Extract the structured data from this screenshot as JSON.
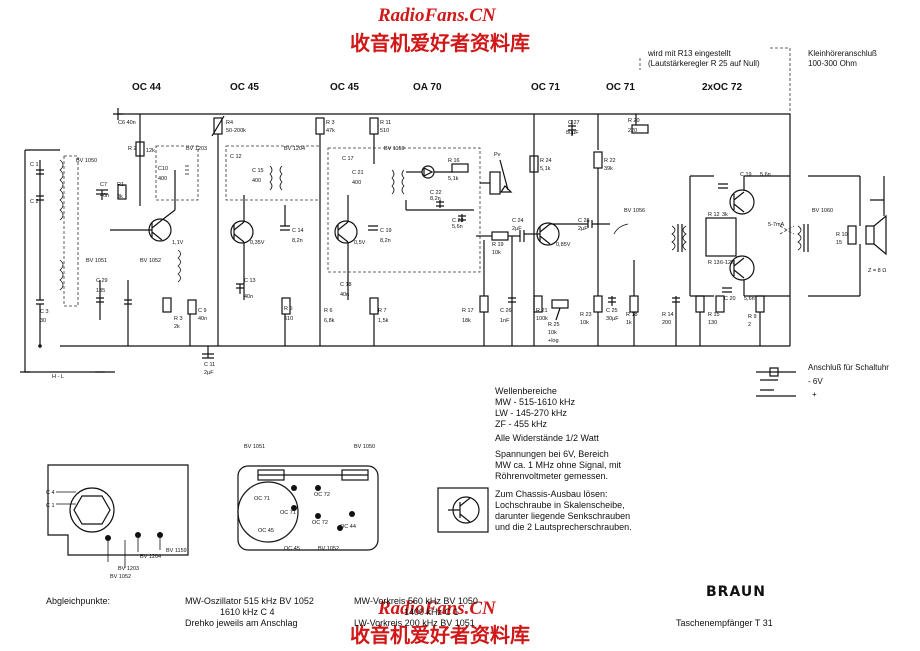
{
  "watermark": {
    "top_en": "RadioFans.CN",
    "top_cn": "收音机爱好者资料库",
    "bottom_en": "RadioFans.CN",
    "bottom_cn": "收音机爱好者资料库"
  },
  "stages": [
    "OC 44",
    "OC 45",
    "OC 45",
    "OA 70",
    "OC 71",
    "OC 71",
    "2xOC 72"
  ],
  "notes": {
    "r13": [
      "wird mit R13 eingestellt",
      "(Lautstärkeregler R 25 auf Null)"
    ],
    "earphone": [
      "Kleinhöreranschluß",
      "100-300 Ohm"
    ],
    "clock": "Anschluß für Schaltuhr",
    "supply_neg": "- 6V",
    "supply_pos": "+"
  },
  "specs": [
    "Wellenbereiche",
    "MW - 515-1610 kHz",
    "LW - 145-270 kHz",
    "ZF - 455 kHz",
    "Alle Widerstände 1/2 Watt",
    "Spannungen bei 6V, Bereich",
    "MW ca. 1 MHz ohne Signal, mit",
    "Röhrenvoltmeter gemessen.",
    "Zum Chassis-Ausbau lösen:",
    "Lochschraube in Skalenscheibe,",
    "darunter liegende Senkschrauben",
    "und die 2 Lautsprecherschrauben."
  ],
  "alignment": {
    "title": "Abgleichpunkte:",
    "lines": [
      "MW-Oszillator 515 kHz BV 1052",
      "1610 kHz C 4",
      "Drehko jeweils am Anschlag",
      "MW-Vorkreis 560 kHz BV 1050",
      "1400 kHz C 1",
      "LW-Vorkreis 200 kHz BV 1051"
    ]
  },
  "brand": "BRAUN",
  "model": "Taschenempfänger T 31",
  "components": {
    "c6": "C6 40n",
    "r2": "R 2",
    "r2v": "12k",
    "r4": "R4",
    "r4v": "50-200k",
    "r3": "R 3",
    "r3v": "47k",
    "r11": "R 11",
    "r11v": "510",
    "r20": "R 20",
    "r20v": "220",
    "c1": "C 1",
    "c2": "C 2",
    "c3": "C 3",
    "c3v": "30",
    "bv1050": "BV 1050",
    "c7": "C7",
    "c7v": "40n",
    "r1": "R1",
    "r1v": "3k",
    "bv1051": "BV 1051",
    "bv1052": "BV 1052",
    "c29": "C 29",
    "c29v": "135",
    "t1v": "1,1V",
    "c10": "C10",
    "c10v": "400",
    "bv1203": "BV 1203",
    "c12": "C 12",
    "c15": "C 15",
    "c15v": "400",
    "bv1204": "BV 1204",
    "c14": "C 14",
    "c14v": "8,2n",
    "t2v": "0,35V",
    "c17": "C 17",
    "c21": "C 21",
    "c21v": "400",
    "bv1159": "BV 1159",
    "c19": "C 19",
    "c19v": "8,2n",
    "t3v": "0,5V",
    "c13": "C 13",
    "c13v": "40n",
    "c18": "C 18",
    "c18v": "40n",
    "r3b": "R 3",
    "r3bv": "2k",
    "c9": "C 9",
    "c9v": "40n",
    "r5": "R 5",
    "r5v": "510",
    "r6": "R 6",
    "r6v": "6,8k",
    "r7": "R 7",
    "r7v": "1,5k",
    "c11": "C 11",
    "c11v": "2µF",
    "r16": "R 16",
    "r16v": "5,1k",
    "c22": "C 22",
    "c22v": "8,2n",
    "c23": "C 23",
    "c23v": "5,6n",
    "pv": "Pv",
    "r19": "R 19",
    "r19v": "10k",
    "r17": "R 17",
    "r17v": "18k",
    "c24": "C 24",
    "c24v": "2µF",
    "c26": "C 26",
    "c26v": "1nF",
    "r24": "R 24",
    "r24v": "5,1k",
    "t4v": "0,85V",
    "c27": "C 27",
    "c27v": "80µF",
    "r21": "R 21",
    "r21v": "100k",
    "r25": "R 25",
    "r25v": "10k",
    "r25t": "+log",
    "c28": "C 28",
    "c28v": "2µF",
    "r22": "R 22",
    "r22v": "39k",
    "bv1056": "BV 1056",
    "r23": "R 23",
    "r23v": "10k",
    "c25": "C 25",
    "c25v": "30µF",
    "r18": "R 18",
    "r18v": "1k",
    "r14": "R 14",
    "r14v": "200",
    "r15": "R 15",
    "r15v": "130",
    "r9": "R 9",
    "r9v": "2",
    "c19b": "C 19",
    "c19bv": "5,6n",
    "c20": "C 20",
    "c20v": "5,6n",
    "r12": "R 12",
    "r12v": "3k",
    "r13": "R 13",
    "r13v": "6-12k",
    "bv1060": "BV 1060",
    "r10": "R 10",
    "r10v": "15",
    "ma": "5-7mA",
    "spk": "Z = 8 Ω",
    "hl": "H - L"
  },
  "layout_labels": {
    "c4": "C 4",
    "c1": "C 1",
    "bv1052": "BV 1052",
    "bv1203": "BV 1203",
    "bv1204": "BV 1204",
    "bv1159": "BV 1159",
    "bv1051": "BV 1051",
    "bv1050": "BV 1050",
    "oc71a": "OC 71",
    "oc72a": "OC 72",
    "oc71b": "OC 71",
    "oc72b": "OC 72",
    "oc45a": "OC 45",
    "oc44": "OC 44",
    "oc45b": "OC 45",
    "bv1052b": "BV 1052"
  }
}
